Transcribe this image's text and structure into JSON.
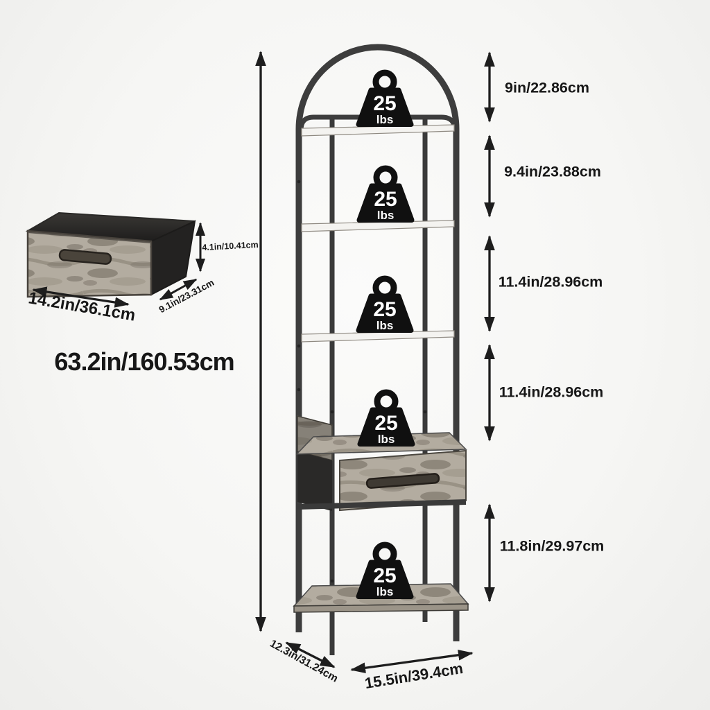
{
  "diagram": {
    "product": "arched-ladder-shelf-with-drawer",
    "background_color": "#f6f6f4",
    "ink_color": "#1d1d1d",
    "wood_color": "#b3aca0",
    "frame_color": "#3d3d3d",
    "dimensions": {
      "right_side": [
        "9in/22.86cm",
        "9.4in/23.88cm",
        "11.4in/28.96cm",
        "11.4in/28.96cm",
        "11.8in/29.97cm"
      ],
      "total_height": "63.2in/160.53cm",
      "base_depth": "12.3in/31.24cm",
      "base_width": "15.5in/39.4cm",
      "drawer_height": "4.1in/10.41cm",
      "drawer_width": "14.2in/36.1cm",
      "drawer_depth": "9.1in/23.31cm"
    },
    "weight_capacity": {
      "value": "25",
      "unit": "lbs",
      "shelf_count": 5
    }
  }
}
